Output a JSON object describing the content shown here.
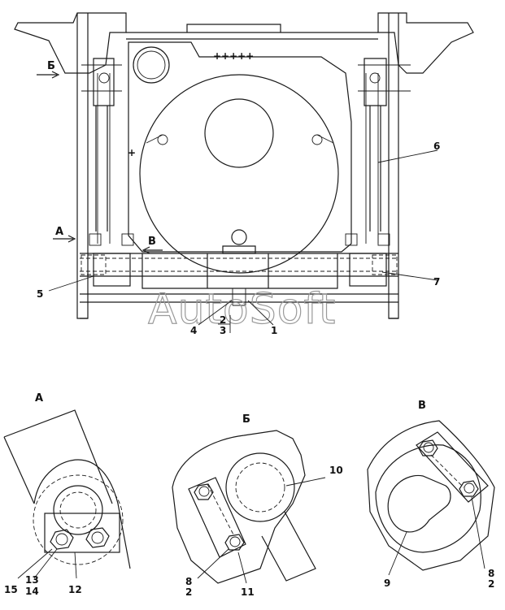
{
  "watermark": "AutoSoft",
  "marks": {
    "plus_row": "+++++",
    "plus_single": "+"
  },
  "view_markers": {
    "A": "А",
    "B": "Б",
    "V": "В"
  },
  "callouts": {
    "n1": "1",
    "n2": "2",
    "n3": "3",
    "n4": "4",
    "n5": "5",
    "n6": "6",
    "n7": "7",
    "n8": "8",
    "n8b": "2",
    "n9": "9",
    "n10": "10",
    "n11": "11",
    "n12": "12",
    "n13": "13",
    "n14": "14",
    "n15": "15",
    "n8v": "8",
    "n2v": "2"
  },
  "views": {
    "A": "А",
    "B": "Б",
    "V": "В"
  }
}
